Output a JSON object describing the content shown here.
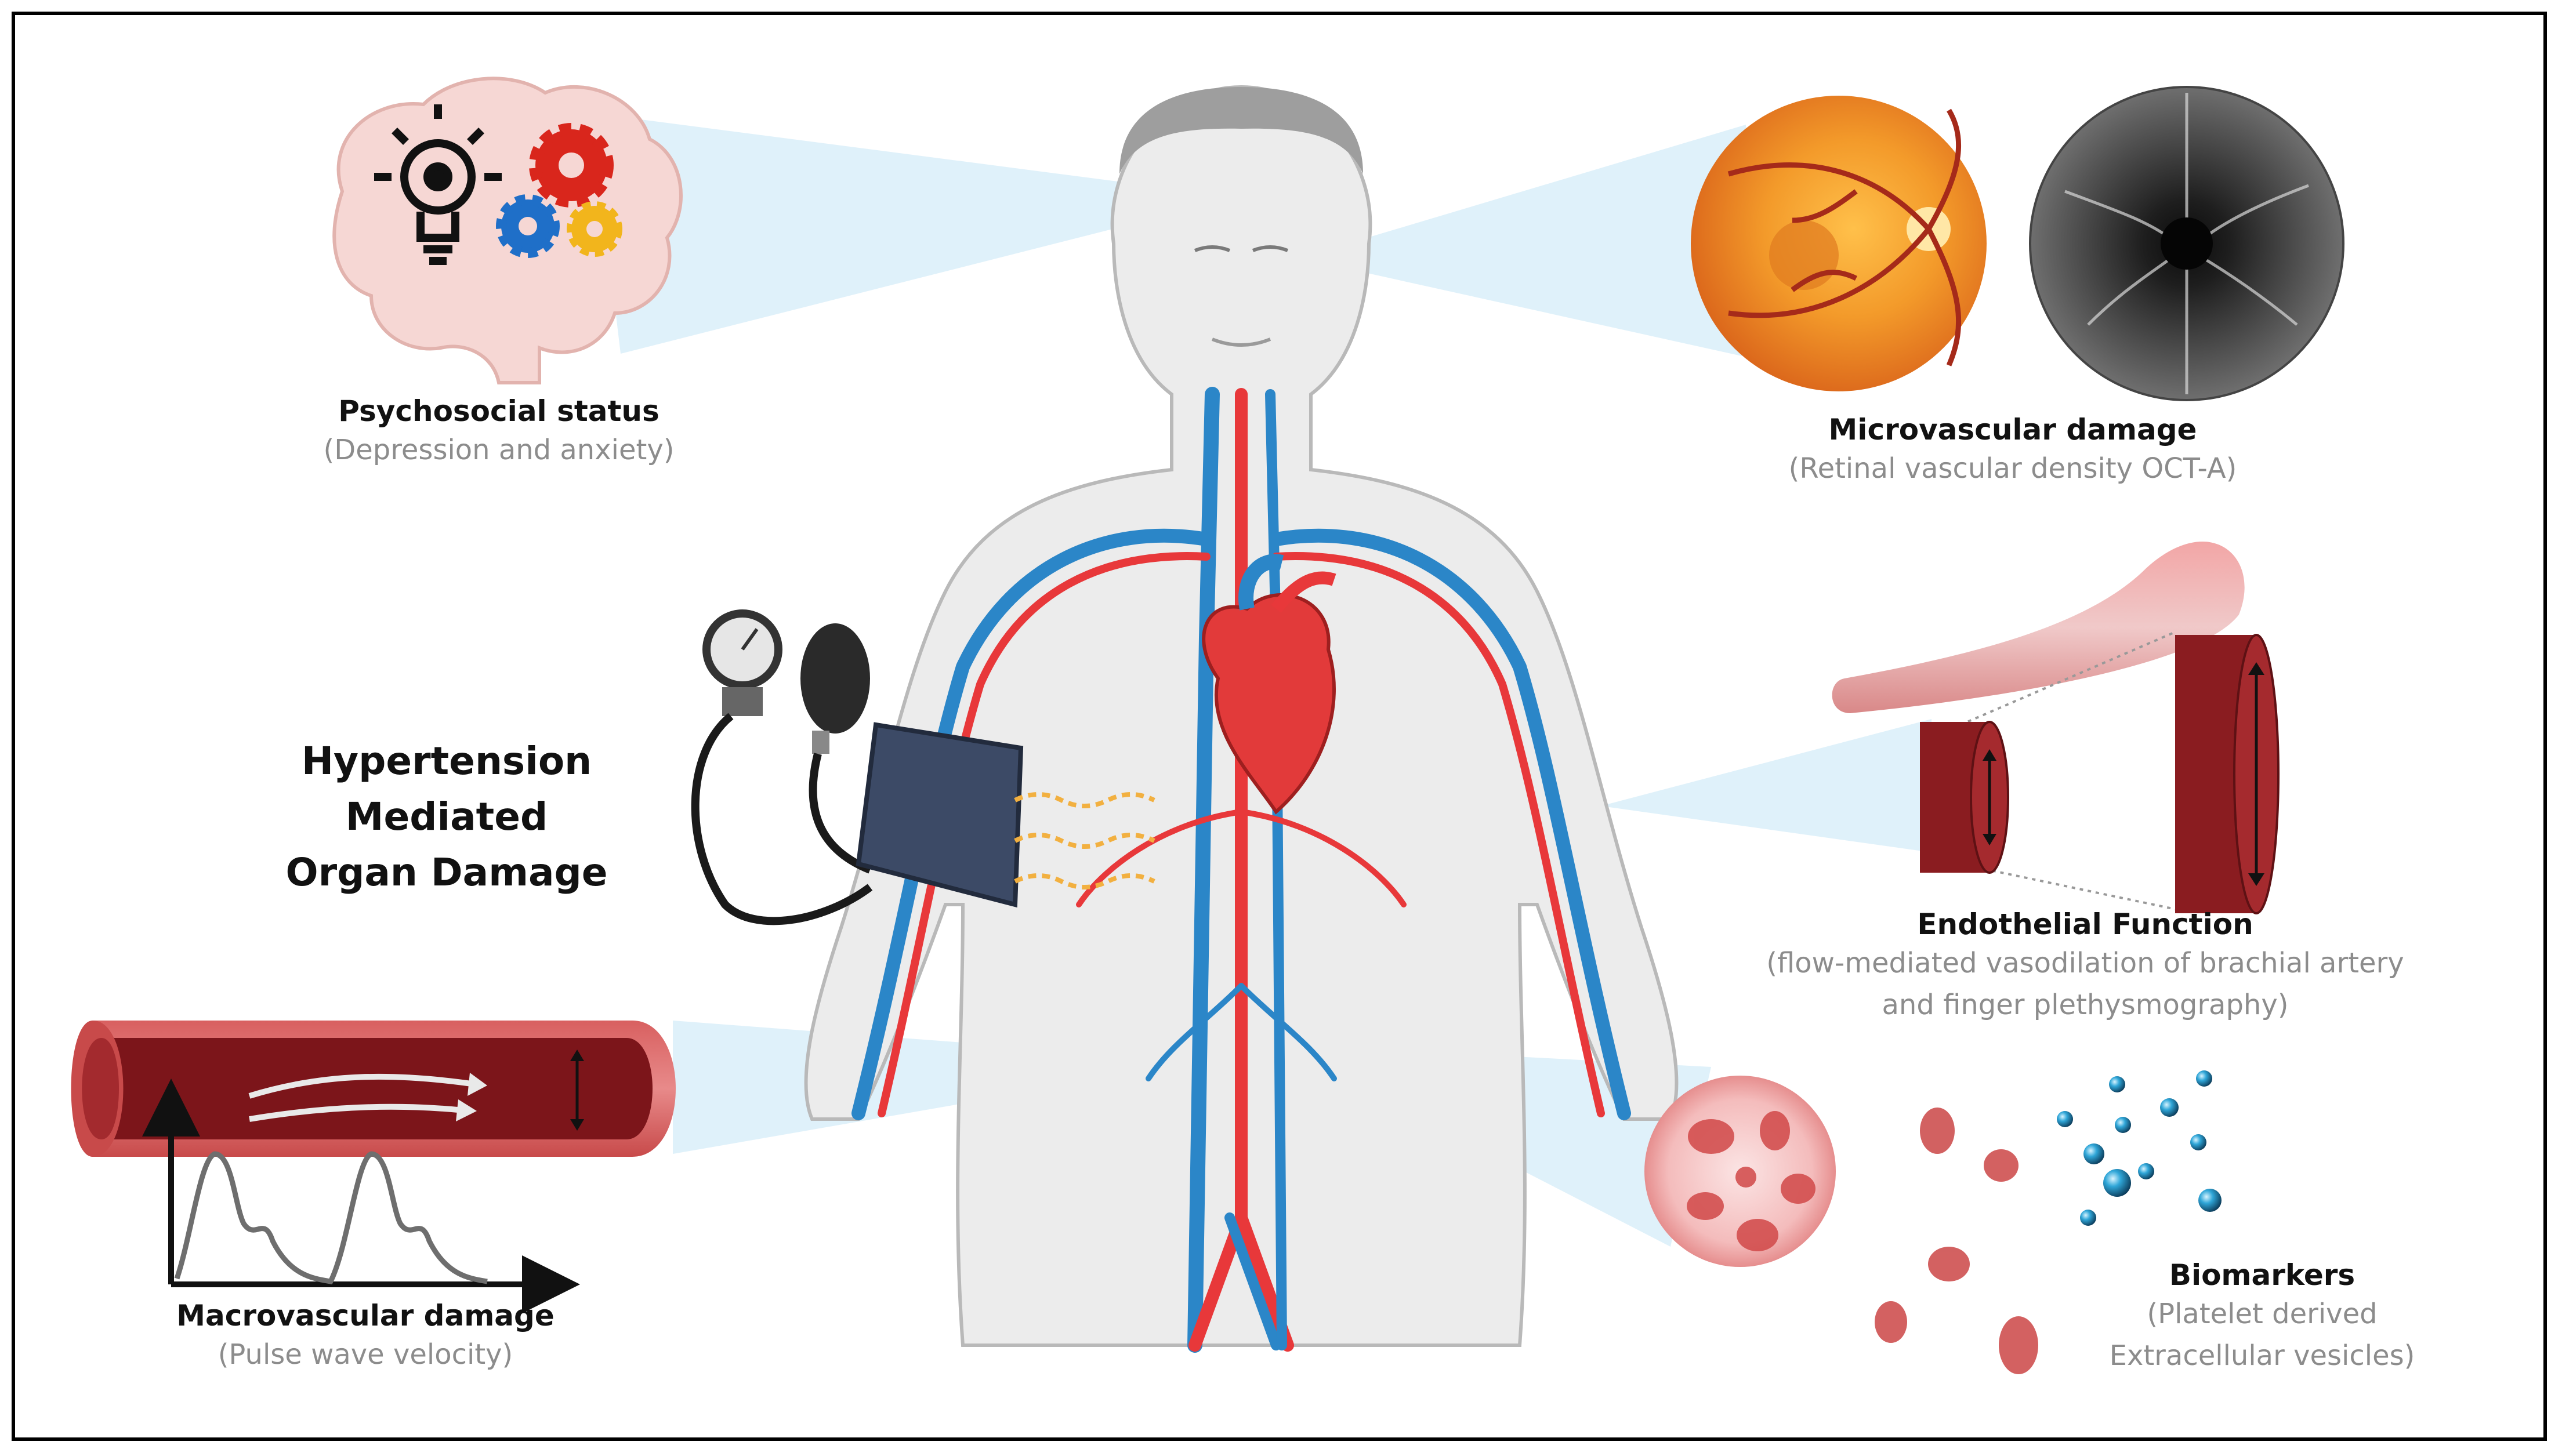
{
  "main_title": {
    "line1": "Hypertension Mediated",
    "line2": "Organ Damage"
  },
  "psychosocial": {
    "title": "Psychosocial status",
    "subtitle": "(Depression and anxiety)",
    "icons": [
      "brain-icon",
      "lightbulb-icon",
      "red-gear-icon",
      "blue-gear-icon",
      "yellow-gear-icon"
    ]
  },
  "microvascular": {
    "title": "Microvascular damage",
    "subtitle": "(Retinal vascular density OCT-A)",
    "icons": [
      "fundus-photo-icon",
      "oct-angiography-icon"
    ]
  },
  "endothelial": {
    "title": "Endothelial Function",
    "subtitle_line1": "(flow-mediated vasodilation of brachial artery",
    "subtitle_line2": "and finger plethysmography)",
    "icons": [
      "artery-tube-icon",
      "vessel-segment-small-icon",
      "vessel-segment-large-icon"
    ]
  },
  "biomarkers": {
    "title": "Biomarkers",
    "subtitle_line1": "(Platelet derived",
    "subtitle_line2": "Extracellular vesicles)",
    "icons": [
      "platelet-icon",
      "vesicle-icon"
    ]
  },
  "macrovascular": {
    "title": "Macrovascular damage",
    "subtitle": "(Pulse wave velocity)",
    "icons": [
      "artery-icon",
      "pulse-wave-icon"
    ]
  },
  "center": {
    "icons": [
      "human-figure-icon",
      "heart-icon",
      "blood-vessels-icon",
      "sphygmomanometer-icon",
      "blood-pressure-cuff-icon"
    ]
  },
  "colors": {
    "artery_red": "#e8383a",
    "vein_blue": "#2b86c8",
    "beam_blue": "#d7edf9",
    "vessel_dark_red": "#8a1c20",
    "retina_orange": "#f08a1c",
    "gear_red": "#d9261c",
    "gear_blue": "#1f6fc8",
    "gear_yellow": "#f2b51c",
    "cuff_navy": "#3c4a66",
    "title_text": "#111111",
    "subtitle_text": "#8c8c8c"
  }
}
